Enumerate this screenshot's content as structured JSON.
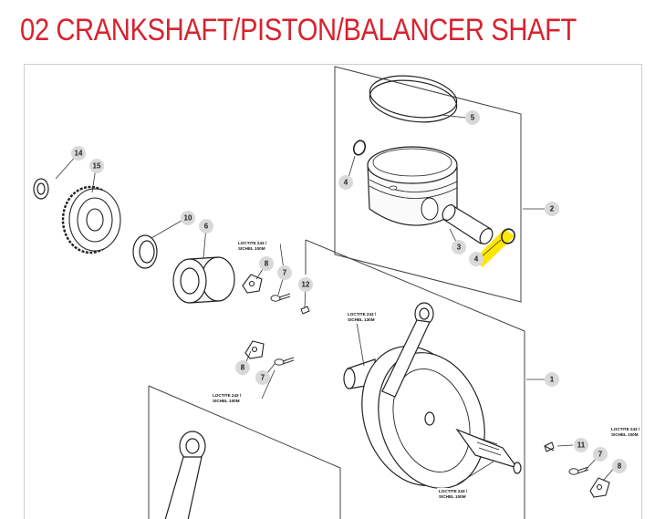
{
  "page": {
    "title": "02 CRANKSHAFT/PISTON/BALANCER SHAFT",
    "accent_color": "#d7232f",
    "highlight_color": "#ffe600"
  },
  "callouts": [
    {
      "id": "c5",
      "label": "5"
    },
    {
      "id": "c4a",
      "label": "4"
    },
    {
      "id": "c2",
      "label": "2"
    },
    {
      "id": "c3",
      "label": "3"
    },
    {
      "id": "c4b",
      "label": "4",
      "highlighted": true
    },
    {
      "id": "c14",
      "label": "14"
    },
    {
      "id": "c15",
      "label": "15"
    },
    {
      "id": "c10",
      "label": "10"
    },
    {
      "id": "c6",
      "label": "6"
    },
    {
      "id": "c8a",
      "label": "8"
    },
    {
      "id": "c7a",
      "label": "7"
    },
    {
      "id": "c12",
      "label": "12"
    },
    {
      "id": "c8b",
      "label": "8"
    },
    {
      "id": "c7b",
      "label": "7"
    },
    {
      "id": "c1",
      "label": "1"
    },
    {
      "id": "c11",
      "label": "11"
    },
    {
      "id": "c7c",
      "label": "7"
    },
    {
      "id": "c8c",
      "label": "8"
    }
  ],
  "notes": [
    {
      "id": "n1",
      "line1": "LOCTITE 243 /",
      "line2": "SICHEL 100M"
    },
    {
      "id": "n2",
      "line1": "LOCTITE 243 /",
      "line2": "SICHEL 130M"
    },
    {
      "id": "n3",
      "line1": "LOCTITE 243 /",
      "line2": "SICHEL 100M"
    },
    {
      "id": "n4",
      "line1": "LOCTITE 243 /",
      "line2": "SICHEL 100M"
    },
    {
      "id": "n5",
      "line1": "LOCTITE 243 /",
      "line2": "SICHEL 100M"
    }
  ]
}
